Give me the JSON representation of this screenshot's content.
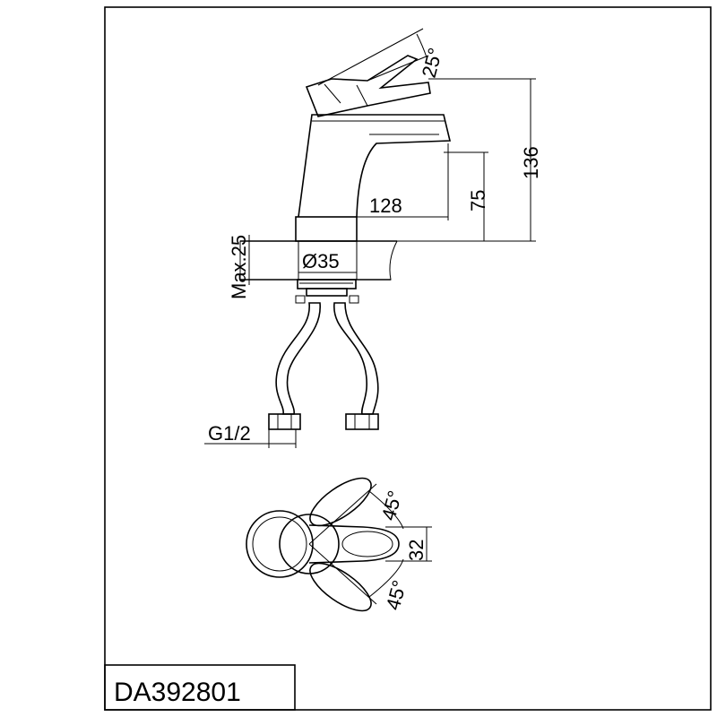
{
  "drawing": {
    "angle_top": "25°",
    "height_total": "136",
    "height_spout": "75",
    "reach": "128",
    "max_thickness": "Max.25",
    "hole_diameter": "Ø35",
    "thread": "G1/2",
    "angle_left": "45°",
    "angle_right": "45°",
    "handle_width": "32",
    "model_code": "DA392801"
  }
}
